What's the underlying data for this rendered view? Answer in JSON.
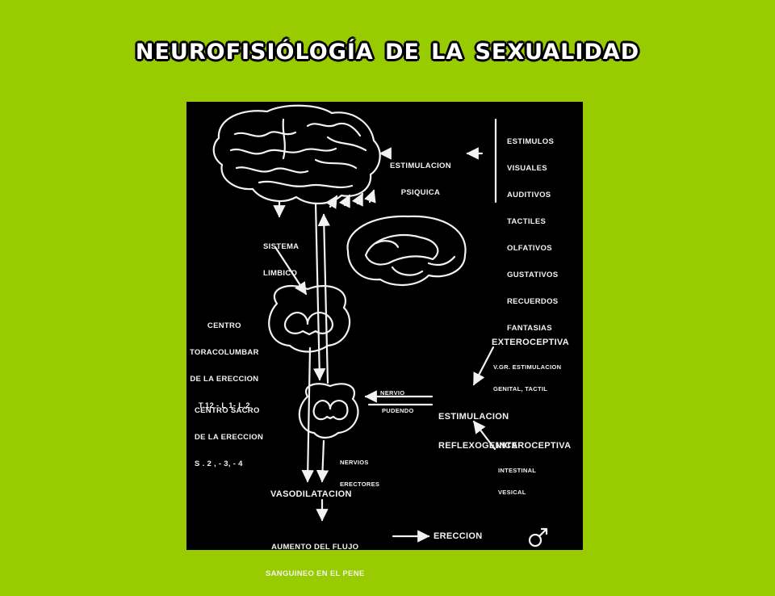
{
  "slide": {
    "title": "Neurofisiólogía de la Sexualidad"
  },
  "diagram": {
    "stimuli_list": [
      "ESTIMULOS",
      "VISUALES",
      "AUDITIVOS",
      "TACTILES",
      "OLFATIVOS",
      "GUSTATIVOS",
      "RECUERDOS",
      "FANTASIAS"
    ],
    "psychic_stimulation": [
      "ESTIMULACION",
      "PSIQUICA"
    ],
    "limbic_system": [
      "SISTEMA",
      "LIMBICO"
    ],
    "thoracolumbar_center": [
      "CENTRO",
      "TORACOLUMBAR",
      "DE LA ERECCION",
      "T.12 - L 1- L.2"
    ],
    "sacral_center": [
      "CENTRO SACRO",
      "DE LA ERECCION",
      "S . 2 , - 3, - 4"
    ],
    "nerve_label": "NERVIO",
    "pudendal_label": "PUDENDO",
    "reflexogenic_stimulation": [
      "ESTIMULACION",
      "REFLEXOGENICA"
    ],
    "exteroceptive": "EXTEROCEPTIVA",
    "exteroceptive_detail": [
      "V.GR. ESTIMULACION",
      "GENITAL, TACTIL"
    ],
    "interoceptive": "INTEROCEPTIVA",
    "interoceptive_detail": [
      "INTESTINAL",
      "VESICAL"
    ],
    "erector_nerves": [
      "NERVIOS",
      "ERECTORES"
    ],
    "vasodilation": "VASODILATACION",
    "blood_flow_increase": [
      "AUMENTO DEL FLUJO",
      "SANGUINEO EN EL PENE"
    ],
    "erection": "ERECCION"
  }
}
